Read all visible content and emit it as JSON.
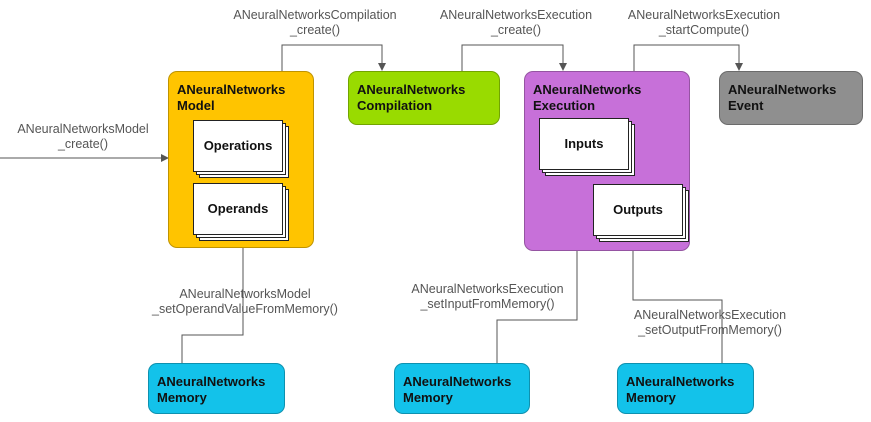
{
  "colors": {
    "model": "#ffc400",
    "compilation": "#99db00",
    "execution": "#c770d9",
    "event": "#8f8f8f",
    "memory": "#13c2ea",
    "arrow": "#555555"
  },
  "nodes": {
    "model": {
      "title": "ANeuralNetworks Model",
      "cards": [
        "Operations",
        "Operands"
      ]
    },
    "compilation": {
      "title": "ANeuralNetworks Compilation"
    },
    "execution": {
      "title": "ANeuralNetworks Execution",
      "cards": [
        "Inputs",
        "Outputs"
      ]
    },
    "event": {
      "title": "ANeuralNetworks Event"
    },
    "memory1": {
      "title": "ANeuralNetworks Memory"
    },
    "memory2": {
      "title": "ANeuralNetworks Memory"
    },
    "memory3": {
      "title": "ANeuralNetworks Memory"
    }
  },
  "labels": {
    "model_create": "ANeuralNetworksModel\n_create()",
    "compilation_create": "ANeuralNetworksCompilation\n_create()",
    "execution_create": "ANeuralNetworksExecution\n_create()",
    "start_compute": "ANeuralNetworksExecution\n_startCompute()",
    "set_operand": "ANeuralNetworksModel\n_setOperandValueFromMemory()",
    "set_input": "ANeuralNetworksExecution\n_setInputFromMemory()",
    "set_output": "ANeuralNetworksExecution\n_setOutputFromMemory()"
  }
}
